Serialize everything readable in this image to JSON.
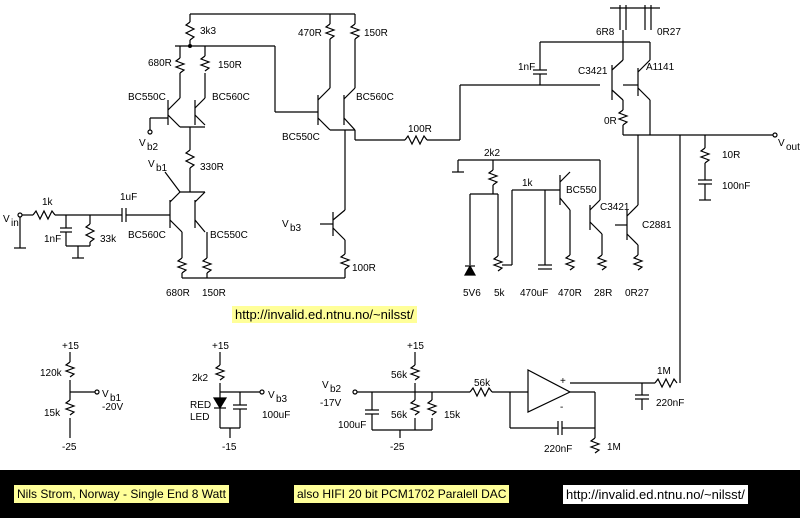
{
  "url_label": "http://invalid.ed.ntnu.no/~nilsst/",
  "footer": {
    "credit": "Nils Strom, Norway - Single End 8 Watt",
    "dac": "also HIFI 20 bit PCM1702 Paralell DAC",
    "url": "http://invalid.ed.ntnu.no/~nilsst/"
  },
  "labels": {
    "vin": "V",
    "vin_sub": "in",
    "vout": "V",
    "vout_sub": "out",
    "vb2": "V",
    "vb2_sub": "b2",
    "vb1": "V",
    "vb1_sub": "b1",
    "vb3": "V",
    "vb3_sub": "b3",
    "r_1k_in": "1k",
    "c_1nf": "1nF",
    "r_33k": "33k",
    "c_1uf": "1uF",
    "r_3k3": "3k3",
    "r_680_top": "680R",
    "r_150_top": "150R",
    "q_bc550c_a": "BC550C",
    "q_bc560c_a": "BC560C",
    "r_330": "330R",
    "q_bc560c_b": "BC560C",
    "q_bc550c_b": "BC550C",
    "r_680_bot": "680R",
    "r_150_bot": "150R",
    "r_470_top": "470R",
    "r_150_top2": "150R",
    "q_bc560c_c": "BC560C",
    "q_bc550c_c": "BC550C",
    "r_100_out": "100R",
    "r_100_tail": "100R",
    "r_6r8": "6R8",
    "r_0r27_top": "0R27",
    "c_1nf_fb": "1nF",
    "q_c3421": "C3421",
    "q_a1141": "A1141",
    "r_0r": "0R",
    "r_10r": "10R",
    "c_100nf": "100nF",
    "r_2k2_bias": "2k2",
    "r_1k_bias": "1k",
    "q_bc550": "BC550",
    "q_c3421_b": "C3421",
    "q_c2881": "C2881",
    "d_5v6": "5V6",
    "p_5k": "5k",
    "c_470uf": "470uF",
    "r_470": "470R",
    "r_28r": "28R",
    "r_0r27": "0R27",
    "p15_a": "+15",
    "r_120k": "120k",
    "r_15k_a": "15k",
    "m25_a": "-25",
    "vb1_value": "-20V",
    "p15_b": "+15",
    "r_2k2_led": "2k2",
    "led": "RED\nLED",
    "led_l1": "RED",
    "led_l2": "LED",
    "c_100uf_b": "100uF",
    "m15": "-15",
    "vb2_value": "-17V",
    "p15_c": "+15",
    "r_56k_a": "56k",
    "r_56k_b": "56k",
    "r_15k_b": "15k",
    "c_100uf_c": "100uF",
    "m25_b": "-25",
    "r_56k_c": "56k",
    "c_220nf_a": "220nF",
    "r_1m_a": "1M",
    "r_1m_b": "1M",
    "c_220nf_b": "220nF",
    "plus": "+",
    "minus": "-"
  }
}
